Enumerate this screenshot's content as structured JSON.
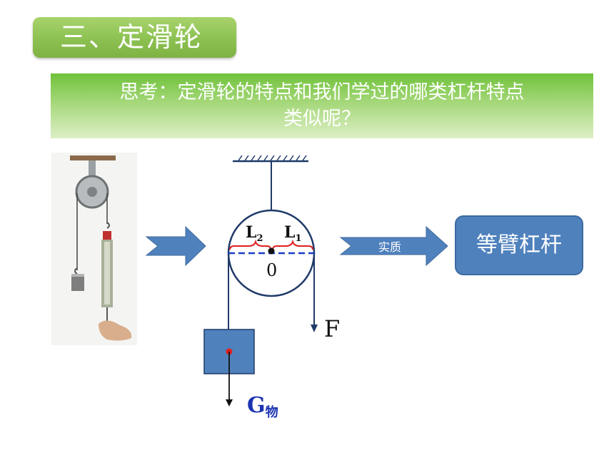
{
  "slide": {
    "title": "三、定滑轮",
    "question_line1": "思考：定滑轮的特点和我们学过的哪类杠杆特点",
    "question_line2": "类似呢？"
  },
  "diagram": {
    "label_l2": "L",
    "label_l2_sub": "2",
    "label_l1": "L",
    "label_l1_sub": "1",
    "pivot_label": "0",
    "force_label": "F",
    "weight_label": "G",
    "weight_sub": "物",
    "arrow_label": "实质",
    "result": "等臂杠杆"
  },
  "colors": {
    "title_green": "#8cc152",
    "arrow_blue": "#4f81bd",
    "line_navy": "#1f3a68",
    "brace_red": "#e02020",
    "dashed_blue": "#1a3cc8",
    "weight_label_blue": "#1a33b0"
  }
}
